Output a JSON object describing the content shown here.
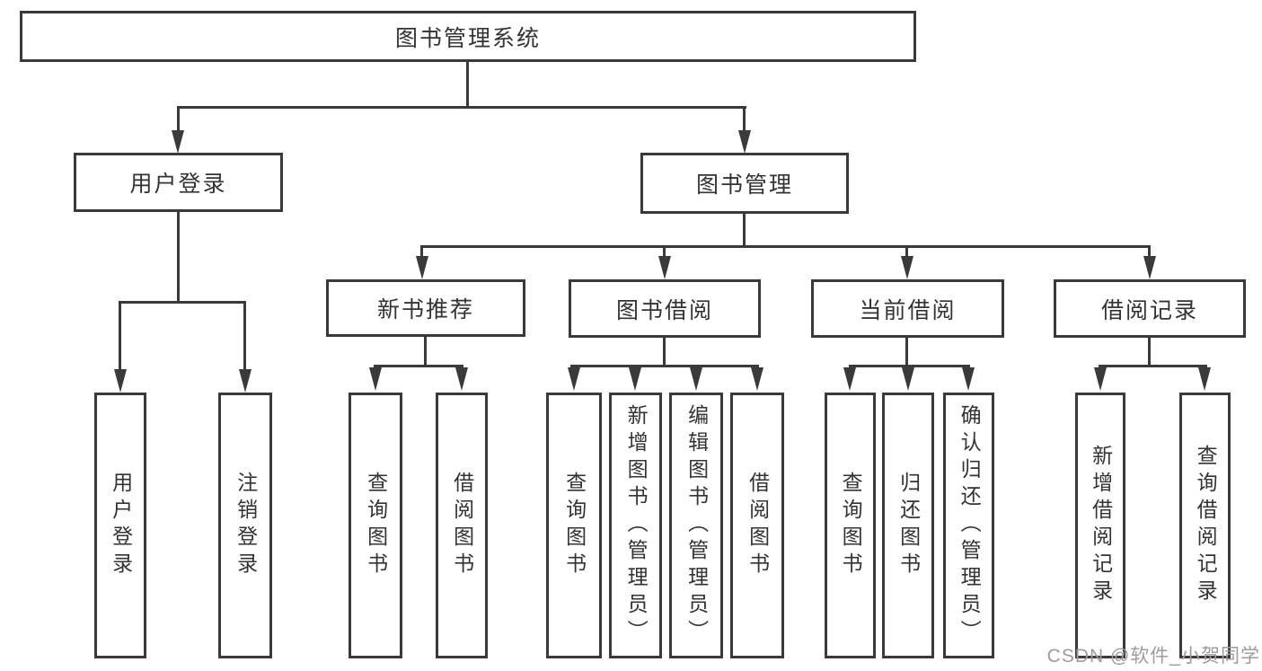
{
  "colors": {
    "line": "#3a3a3a",
    "box_border": "#3a3a3a",
    "box_fill": "#ffffff",
    "text": "#333333",
    "background": "#ffffff",
    "watermark": "#9c9c9c"
  },
  "tree": {
    "root": "图书管理系统",
    "children": [
      {
        "label": "用户登录",
        "children": [
          {
            "label": "用户登录"
          },
          {
            "label": "注销登录"
          }
        ]
      },
      {
        "label": "图书管理",
        "children": [
          {
            "label": "新书推荐",
            "children": [
              {
                "label": "查询图书"
              },
              {
                "label": "借阅图书"
              }
            ]
          },
          {
            "label": "图书借阅",
            "children": [
              {
                "label": "查询图书"
              },
              {
                "label": "新增图书（管理员）"
              },
              {
                "label": "编辑图书（管理员）"
              },
              {
                "label": "借阅图书"
              }
            ]
          },
          {
            "label": "当前借阅",
            "children": [
              {
                "label": "查询图书"
              },
              {
                "label": "归还图书"
              },
              {
                "label": "确认归还（管理员）"
              }
            ]
          },
          {
            "label": "借阅记录",
            "children": [
              {
                "label": "新增借阅记录"
              },
              {
                "label": "查询借阅记录"
              }
            ]
          }
        ]
      }
    ]
  },
  "watermark": "CSDN @软件_小贺同学"
}
